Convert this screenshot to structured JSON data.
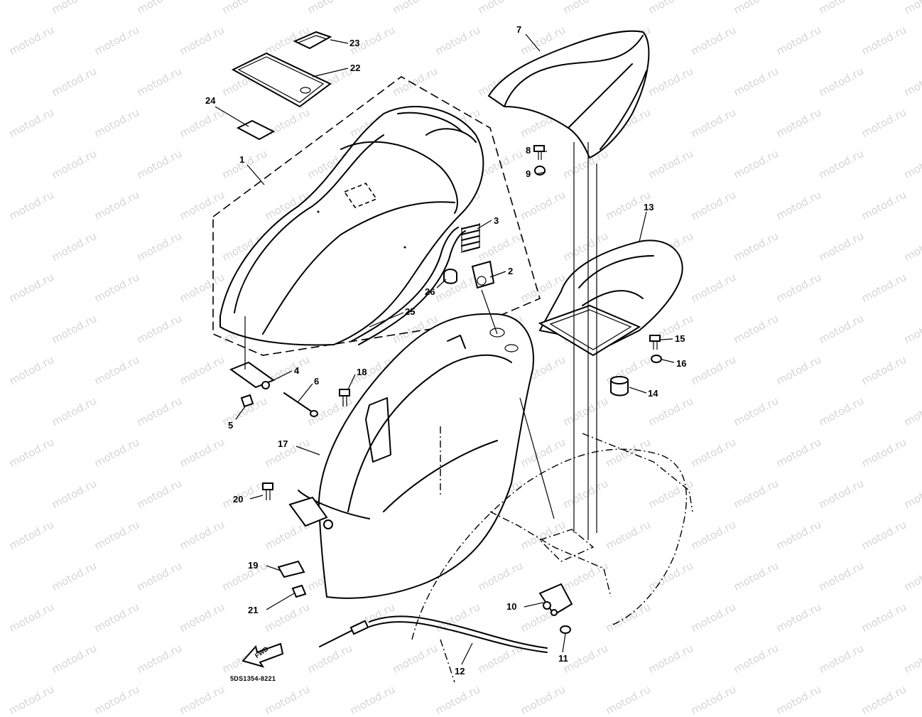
{
  "watermark": "motod.ru",
  "diagram_code": "5DS1354-8221",
  "fwd_label": "FWD",
  "callouts": [
    "1",
    "2",
    "3",
    "4",
    "5",
    "6",
    "7",
    "8",
    "9",
    "10",
    "11",
    "12",
    "13",
    "14",
    "15",
    "16",
    "17",
    "18",
    "19",
    "20",
    "21",
    "22",
    "23",
    "24",
    "25",
    "26"
  ]
}
